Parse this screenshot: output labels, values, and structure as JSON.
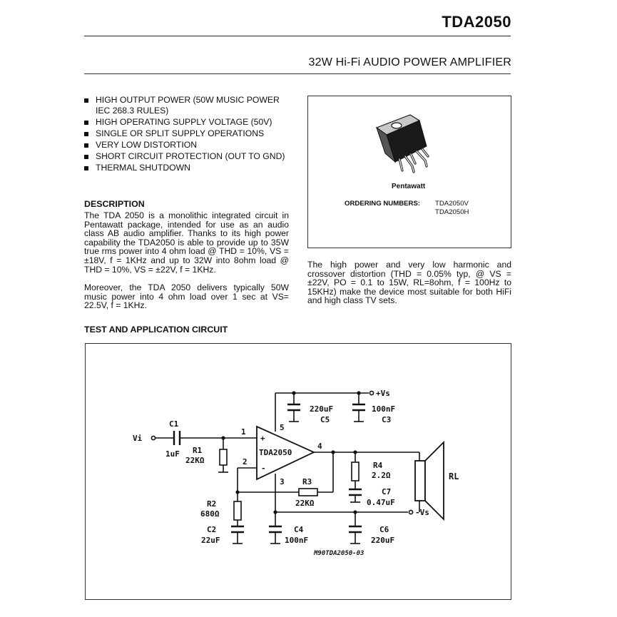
{
  "header": {
    "part_number": "TDA2050",
    "subtitle": "32W Hi-Fi AUDIO POWER AMPLIFIER"
  },
  "features": [
    "HIGH OUTPUT POWER (50W MUSIC POWER IEC 268.3 RULES)",
    "HIGH OPERATING SUPPLY VOLTAGE (50V)",
    "SINGLE OR SPLIT SUPPLY OPERATIONS",
    "VERY LOW DISTORTION",
    "SHORT CIRCUIT PROTECTION (OUT TO GND)",
    "THERMAL SHUTDOWN"
  ],
  "description": {
    "heading": "DESCRIPTION",
    "paragraph1": "The TDA 2050 is a monolithic integrated circuit in Pentawatt package, intended for use as an audio class AB audio amplifier. Thanks to its high power capability the TDA2050 is able to provide up to 35W true rms power into 4 ohm load @ THD = 10%, VS = ±18V, f = 1KHz and up to 32W into 8ohm load @ THD = 10%, VS = ±22V, f = 1KHz.",
    "paragraph2": "Moreover, the TDA 2050 delivers typically 50W music power into 4 ohm load over 1 sec at VS= 22.5V, f = 1KHz.",
    "paragraph3": "The high power and very low harmonic and crossover distortion (THD = 0.05% typ, @ VS = ±22V, PO = 0.1 to 15W, RL=8ohm, f = 100Hz to 15KHz) make the device most suitable for both HiFi and high class TV sets."
  },
  "package": {
    "name": "Pentawatt",
    "ordering_label": "ORDERING NUMBERS:",
    "ordering_numbers": [
      "TDA2050V",
      "TDA2050H"
    ]
  },
  "circuit": {
    "heading": "TEST AND APPLICATION CIRCUIT",
    "chip_label": "TDA2050",
    "input_label": "Vi",
    "pos_supply": "+Vs",
    "neg_supply": "-Vs",
    "load_label": "RL",
    "pins": [
      "1",
      "2",
      "3",
      "4",
      "5"
    ],
    "plus_sign": "+",
    "minus_sign": "-",
    "components": {
      "C1": {
        "name": "C1",
        "value": "1uF"
      },
      "R1": {
        "name": "R1",
        "value": "22KΩ"
      },
      "R2": {
        "name": "R2",
        "value": "680Ω"
      },
      "C2": {
        "name": "C2",
        "value": "22uF"
      },
      "R3": {
        "name": "R3",
        "value": "22KΩ"
      },
      "C4": {
        "name": "C4",
        "value": "100nF"
      },
      "C5": {
        "name": "C5",
        "value": "220uF"
      },
      "C3": {
        "name": "C3",
        "value": "100nF"
      },
      "R4": {
        "name": "R4",
        "value": "2.2Ω"
      },
      "C7": {
        "name": "C7",
        "value": "0.47uF"
      },
      "C6": {
        "name": "C6",
        "value": "220uF"
      }
    },
    "figure_code": "M90TDA2050-03"
  }
}
